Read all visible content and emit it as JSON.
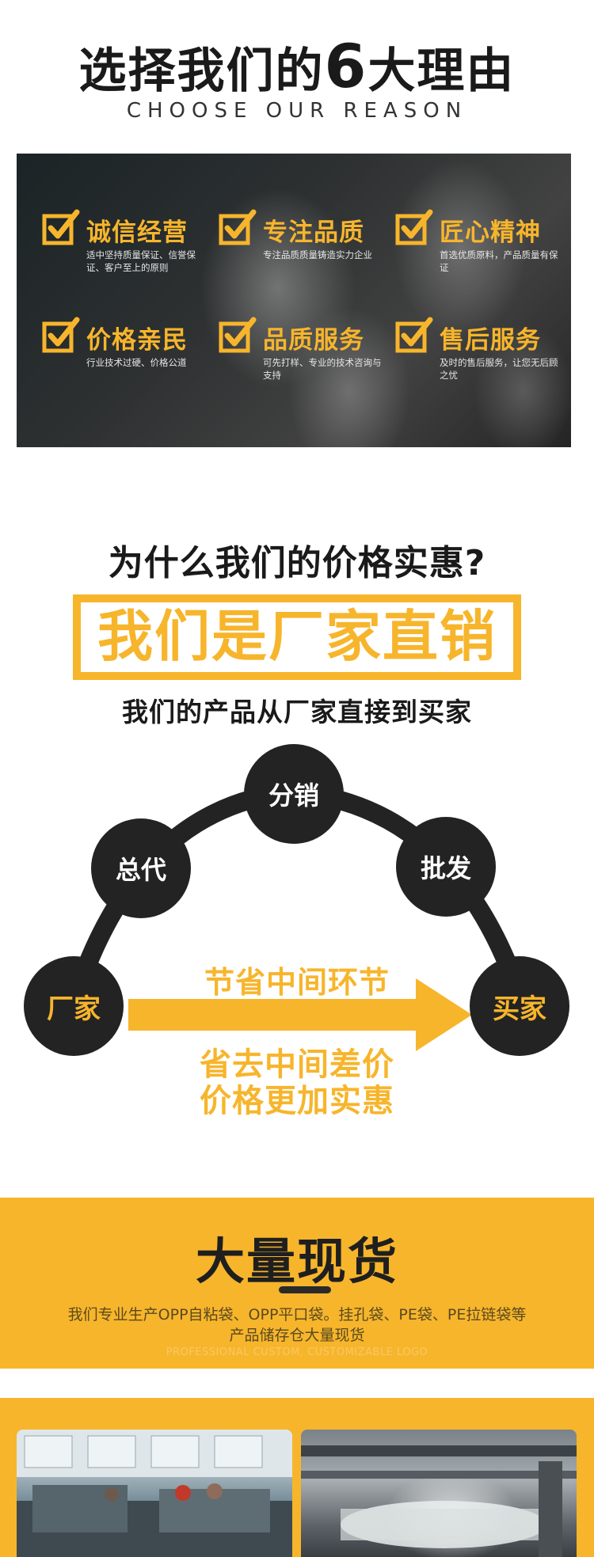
{
  "section_reasons": {
    "title_prefix": "选择我们的",
    "title_number": "6",
    "title_suffix": "大理由",
    "subtitle": "CHOOSE OUR REASON",
    "reasons": [
      {
        "title": "诚信经营",
        "desc": "适中坚持质量保证、信誉保证、客户至上的原则"
      },
      {
        "title": "专注品质",
        "desc": "专注品质质量铸造实力企业"
      },
      {
        "title": "匠心精神",
        "desc": "首选优质原料，产品质量有保证"
      },
      {
        "title": "价格亲民",
        "desc": "行业技术过硬、价格公道"
      },
      {
        "title": "品质服务",
        "desc": "可先打样、专业的技术咨询与支持"
      },
      {
        "title": "售后服务",
        "desc": "及时的售后服务，让您无后顾之忧"
      }
    ],
    "accent_color": "#f7b52c"
  },
  "section_price": {
    "question": "为什么我们的价格实惠?",
    "banner": "我们是厂家直销",
    "sub": "我们的产品从厂家直接到买家",
    "nodes": {
      "factory": "厂家",
      "general_agent": "总代",
      "distribution": "分销",
      "wholesale": "批发",
      "buyer": "买家"
    },
    "arrow_label": "节省中间环节",
    "save_line1": "省去中间差价",
    "save_line2": "价格更加实惠"
  },
  "section_stock": {
    "title": "大量现货",
    "desc": "我们专业生产OPP自粘袋、OPP平口袋。挂孔袋、PE袋、PE拉链袋等产品储存仓大量现货",
    "en": "PROFESSIONAL CUSTOM, CUSTOMIZABLE LOGO",
    "bg_color": "#f7b52c"
  },
  "gallery": {
    "images": [
      "factory-workshop-photo",
      "film-roll-machine-photo"
    ]
  }
}
